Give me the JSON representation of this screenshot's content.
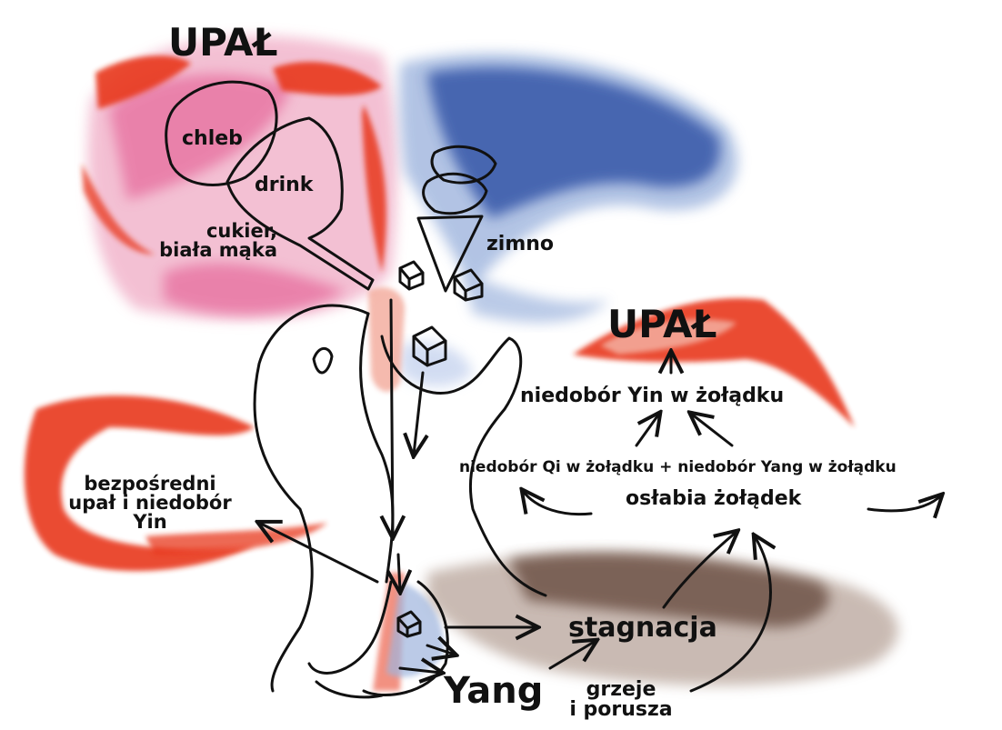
{
  "labels": {
    "upal_top": "UPAŁ",
    "chleb": "chleb",
    "drink": "drink",
    "cukier": "cukier,\nbiała mąka",
    "zimno": "zimno",
    "upal_right": "UPAŁ",
    "niedobor_yin": "niedobór Yin w żołądku",
    "niedobor_qi_yang": "niedobór Qi w żołądku + niedobór Yang w żołądku",
    "oslabia": "osłabia żołądek",
    "bezposredni": "bezpośredni\nupał i niedobór\nYin",
    "stagnacja": "stagnacja",
    "yang": "Yang",
    "grzeje": "grzeje\ni porusza"
  },
  "colors": {
    "heat_red": "#e8381e",
    "heat_pink": "#e2508a",
    "heat_light_pink": "#f2b6cc",
    "cold_blue": "#3557a8",
    "cold_light_blue": "#9fb5de",
    "stagnation_brown": "#6e5246",
    "salmon": "#f3a99a",
    "ink": "#111111"
  }
}
